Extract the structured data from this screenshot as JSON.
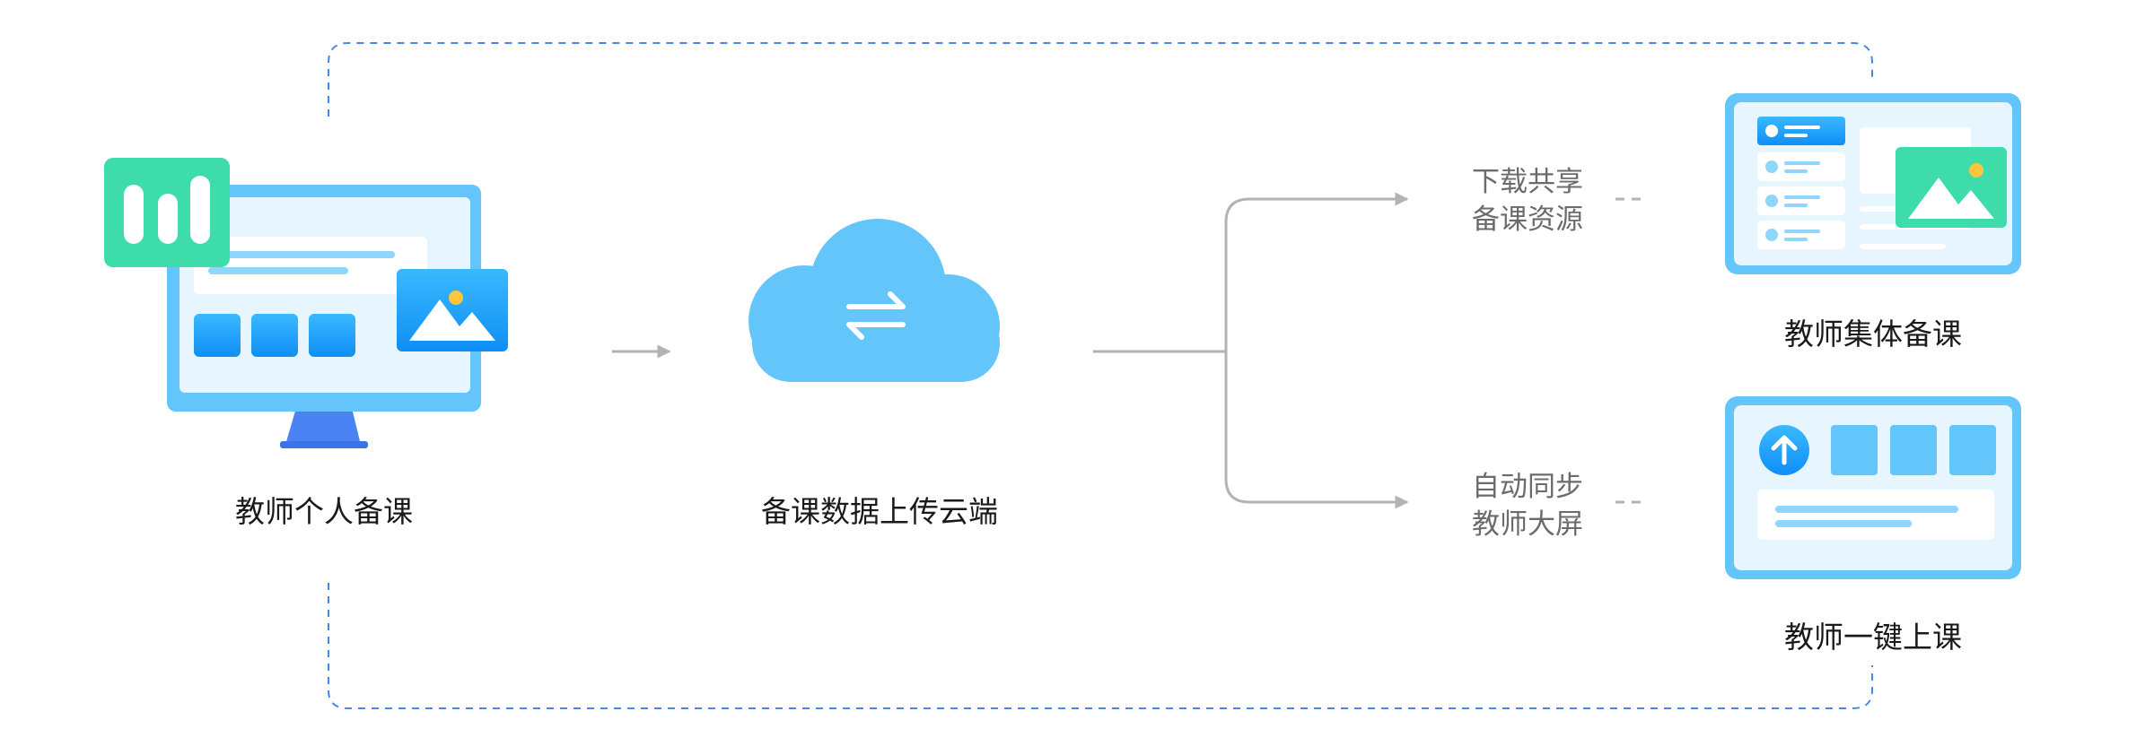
{
  "steps": {
    "personal_prep": "教师个人备课",
    "cloud_upload": "备课数据上传云端",
    "collective_prep": "教师集体备课",
    "one_click_class": "教师一键上课"
  },
  "branches": {
    "download": {
      "line1": "下载共享",
      "line2": "备课资源"
    },
    "sync": {
      "line1": "自动同步",
      "line2": "教师大屏"
    }
  },
  "colors": {
    "dashed_loop": "#4a86e8",
    "arrow": "#b3b3b3",
    "cloud": "#5fc3fb",
    "green_tile": "#3ddcaa",
    "monitor": "#63c5fa",
    "screen_light": "#e6f5fe",
    "blue_accent": "#0f8ef5"
  },
  "icons": {
    "chart": "bar-chart-icon",
    "image": "image-icon",
    "sync": "sync-arrows-icon",
    "upload": "upload-arrow-icon"
  }
}
